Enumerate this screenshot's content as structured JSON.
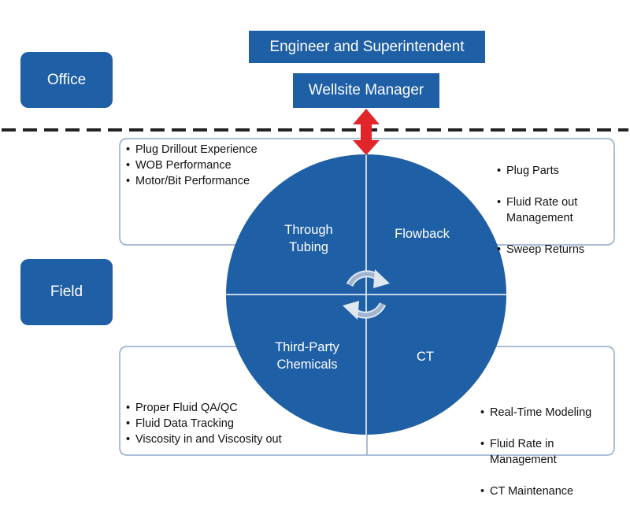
{
  "office": {
    "label": "Office"
  },
  "field": {
    "label": "Field"
  },
  "top": {
    "engineer": "Engineer and Superintendent",
    "manager": "Wellsite Manager"
  },
  "quadrants": {
    "top_left": "Through\nTubing",
    "top_right": "Flowback",
    "bottom_left": "Third-Party\nChemicals",
    "bottom_right": "CT"
  },
  "boxes": {
    "top_left": [
      "Plug Drillout Experience",
      "WOB Performance",
      "Motor/Bit Performance"
    ],
    "top_right": [
      "Plug Parts",
      "Fluid Rate out\nManagement",
      "Sweep Returns"
    ],
    "bottom_left": [
      "Proper Fluid QA/QC",
      "Fluid Data Tracking",
      "Viscosity in and Viscosity out"
    ],
    "bottom_right": [
      "Real-Time Modeling",
      "Fluid Rate in\nManagement",
      "CT Maintenance"
    ]
  },
  "colors": {
    "blue": "#1f5fa5",
    "arrow_red": "#e0262b",
    "box_border": "#8fa9c9",
    "dash": "#222222"
  }
}
